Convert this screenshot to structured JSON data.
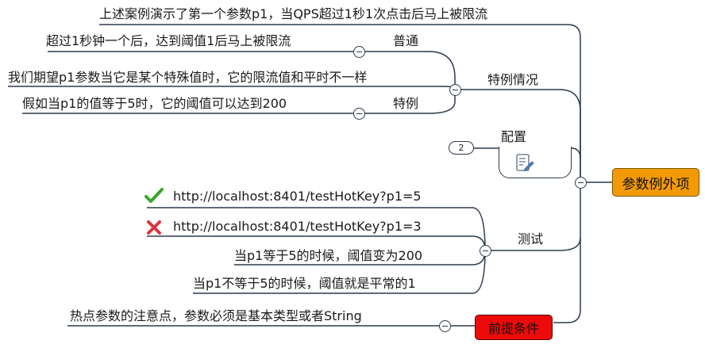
{
  "central": {
    "label": "参数例外项"
  },
  "topics": {
    "intro": "上述案例演示了第一个参数p1，当QPS超过1秒1次点击后马上被限流",
    "special": {
      "label": "特例情况",
      "normal_label": "普通",
      "normal_note": "超过1秒钟一个后，达到阈值1后马上被限流",
      "expectation": "我们期望p1参数当它是某个特殊值时，它的限流值和平时不一样",
      "special_label": "特例",
      "special_note": "假如当p1的值等于5时，它的阈值可以达到200"
    },
    "config": {
      "label": "配置",
      "count": "2"
    },
    "test": {
      "label": "测试",
      "url_ok": "http://localhost:8401/testHotKey?p1=5",
      "url_fail": "http://localhost:8401/testHotKey?p1=3",
      "note_5": "当p1等于5的时候，阈值变为200",
      "note_not5": "当p1不等于5的时候，阈值就是平常的1"
    },
    "premise": {
      "label": "前提条件",
      "note": "热点参数的注意点，参数必须是基本类型或者String"
    }
  },
  "colors": {
    "line": "#2d3a4d",
    "central": "#f29a05",
    "premise": "#ee0a0a",
    "check": "#3aa52a",
    "cross": "#d9363e"
  },
  "icons": [
    "check-icon",
    "cross-icon",
    "note-edit-icon",
    "collapse-icon"
  ]
}
